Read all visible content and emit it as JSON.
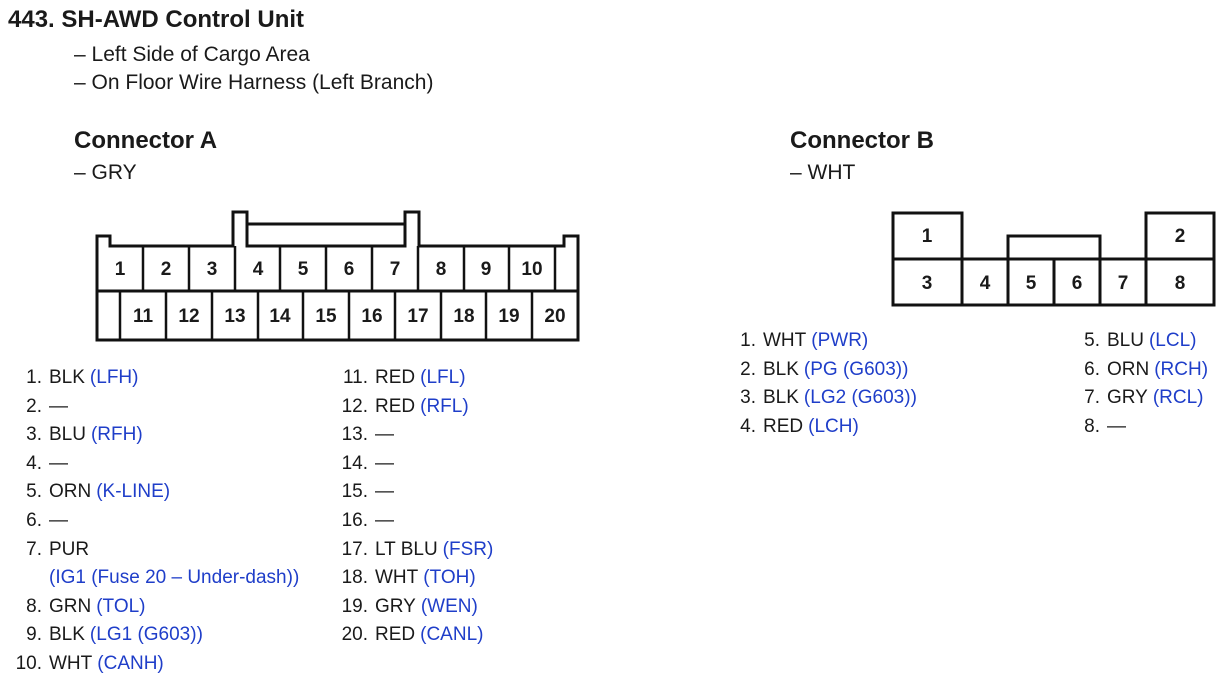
{
  "heading": {
    "number": "443.",
    "title": "SH-AWD Control Unit"
  },
  "locations": [
    "– Left Side of Cargo Area",
    "– On Floor Wire Harness (Left Branch)"
  ],
  "connector_a": {
    "title": "Connector A",
    "color": "– GRY",
    "top_row": [
      "1",
      "2",
      "3",
      "4",
      "5",
      "6",
      "7",
      "8",
      "9",
      "10"
    ],
    "bottom_row": [
      "11",
      "12",
      "13",
      "14",
      "15",
      "16",
      "17",
      "18",
      "19",
      "20"
    ],
    "pins_col1": [
      {
        "num": "1.",
        "wire": "BLK",
        "circuit": "(LFH)"
      },
      {
        "num": "2.",
        "wire": "—",
        "circuit": ""
      },
      {
        "num": "3.",
        "wire": "BLU",
        "circuit": "(RFH)"
      },
      {
        "num": "4.",
        "wire": "—",
        "circuit": ""
      },
      {
        "num": "5.",
        "wire": "ORN",
        "circuit": "(K-LINE)"
      },
      {
        "num": "6.",
        "wire": "—",
        "circuit": ""
      },
      {
        "num": "7.",
        "wire": "PUR",
        "circuit": "",
        "circuit_line2": "(IG1 (Fuse 20 – Under-dash))"
      },
      {
        "num": "8.",
        "wire": "GRN",
        "circuit": "(TOL)"
      },
      {
        "num": "9.",
        "wire": "BLK",
        "circuit": "(LG1 (G603))"
      },
      {
        "num": "10.",
        "wire": "WHT",
        "circuit": "(CANH)"
      }
    ],
    "pins_col2": [
      {
        "num": "11.",
        "wire": "RED",
        "circuit": "(LFL)"
      },
      {
        "num": "12.",
        "wire": "RED",
        "circuit": "(RFL)"
      },
      {
        "num": "13.",
        "wire": "—",
        "circuit": ""
      },
      {
        "num": "14.",
        "wire": "—",
        "circuit": ""
      },
      {
        "num": "15.",
        "wire": "—",
        "circuit": ""
      },
      {
        "num": "16.",
        "wire": "—",
        "circuit": ""
      },
      {
        "num": "17.",
        "wire": "LT BLU",
        "circuit": "(FSR)"
      },
      {
        "num": "18.",
        "wire": "WHT",
        "circuit": "(TOH)"
      },
      {
        "num": "19.",
        "wire": "GRY",
        "circuit": "(WEN)"
      },
      {
        "num": "20.",
        "wire": "RED",
        "circuit": "(CANL)"
      }
    ]
  },
  "connector_b": {
    "title": "Connector B",
    "color": "– WHT",
    "pin_labels": [
      "1",
      "2",
      "3",
      "4",
      "5",
      "6",
      "7",
      "8"
    ],
    "pins_col1": [
      {
        "num": "1.",
        "wire": "WHT",
        "circuit": "(PWR)"
      },
      {
        "num": "2.",
        "wire": "BLK",
        "circuit": "(PG (G603))"
      },
      {
        "num": "3.",
        "wire": "BLK",
        "circuit": "(LG2 (G603))"
      },
      {
        "num": "4.",
        "wire": "RED",
        "circuit": "(LCH)"
      }
    ],
    "pins_col2": [
      {
        "num": "5.",
        "wire": "BLU",
        "circuit": "(LCL)"
      },
      {
        "num": "6.",
        "wire": "ORN",
        "circuit": "(RCH)"
      },
      {
        "num": "7.",
        "wire": "GRY",
        "circuit": "(RCL)"
      },
      {
        "num": "8.",
        "wire": "—",
        "circuit": ""
      }
    ]
  },
  "colors": {
    "text": "#1a1a1a",
    "circuit": "#1f3ec9",
    "outline": "#111111"
  }
}
